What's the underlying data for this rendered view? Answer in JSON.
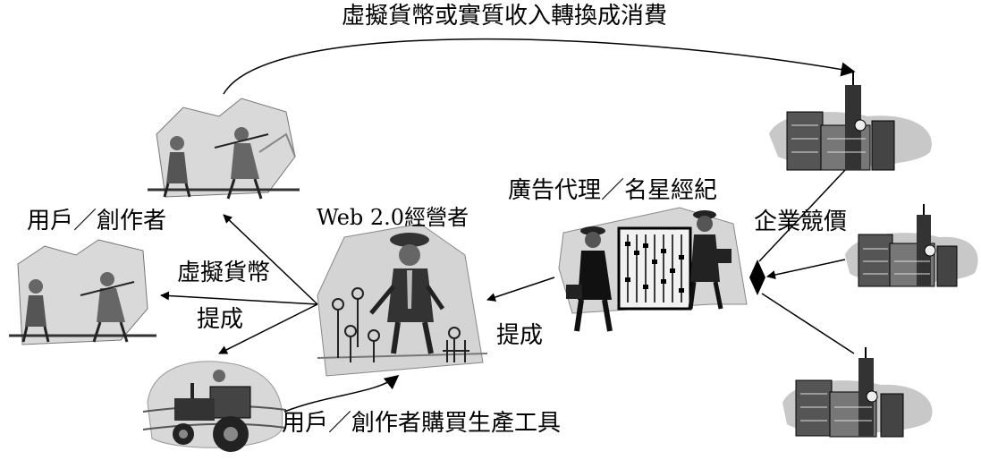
{
  "labels": {
    "top_flow": "虛擬貨幣或實質收入轉換成消費",
    "users_creators": "用戶／創作者",
    "virtual_currency": "虛擬貨幣",
    "commission_left": "提成",
    "web20_operator": "Web 2.0經營者",
    "ad_agency": "廣告代理／名星經紀",
    "commission_right": "提成",
    "enterprise_bidding": "企業競價",
    "buy_tools": "用戶／創作者購買生產工具"
  }
}
